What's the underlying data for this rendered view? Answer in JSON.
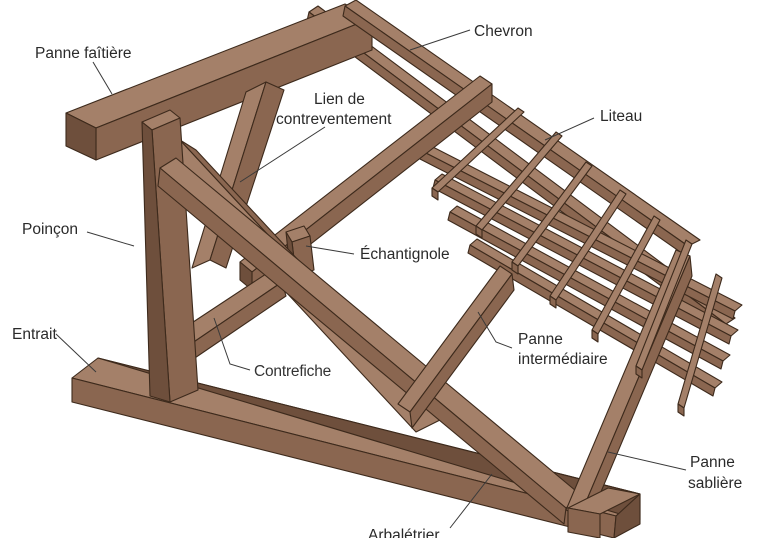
{
  "colors": {
    "wood_top": "#a48069",
    "wood_side": "#8a6650",
    "wood_dark": "#6e4f3c",
    "outline": "#3d2a1c",
    "leader": "#3a3a3a",
    "text": "#2a2a2a"
  },
  "labels": {
    "panne_faitiere": "Panne faîtière",
    "chevron": "Chevron",
    "lien_line1": "Lien de",
    "lien_line2": "contreventement",
    "liteau": "Liteau",
    "poincon": "Poinçon",
    "echantignole": "Échantignole",
    "entrait": "Entrait",
    "contrefiche": "Contrefiche",
    "panne_int_line1": "Panne",
    "panne_int_line2": "intermédiaire",
    "panne_sab_line1": "Panne",
    "panne_sab_line2": "sablière",
    "arbaletrier": "Arbalétrier"
  }
}
